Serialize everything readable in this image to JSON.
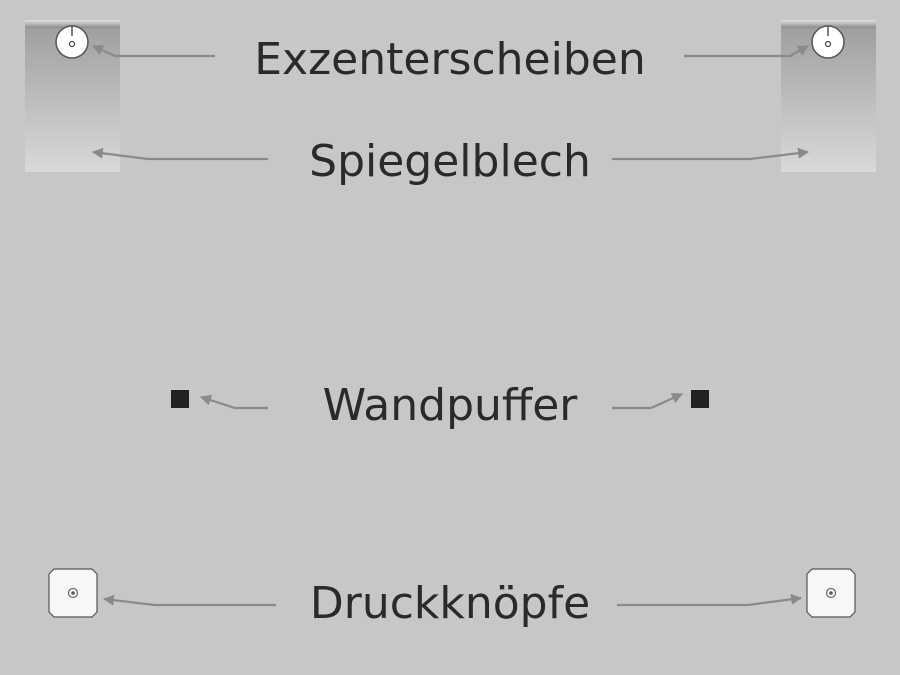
{
  "labels": {
    "exzenterscheiben": "Exzenterscheiben",
    "spiegelblech": "Spiegelblech",
    "wandpuffer": "Wandpuffer",
    "druckknoepfe": "Druckknöpfe"
  },
  "colors": {
    "background": "#c6c7c6",
    "arrow": "#8a8a8a",
    "text": "#2a2a2a",
    "plate_top": "#9a9a9a",
    "plate_bottom": "#d8d8d8",
    "buffer": "#222222",
    "button_fill": "#f7f7f7"
  }
}
